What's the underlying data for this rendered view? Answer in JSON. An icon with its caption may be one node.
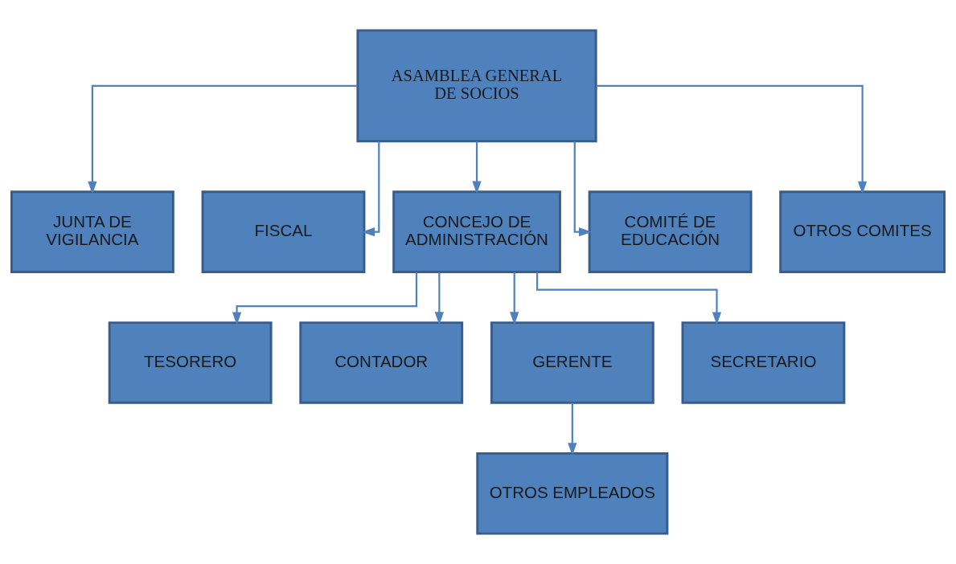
{
  "diagram": {
    "nodes": [
      {
        "text": [
          "ASAMBLEA GENERAL DE SOCIOS"
        ]
      },
      {
        "text": [
          "JUNTA DE VIGILANCIA"
        ]
      },
      {
        "text": [
          "FISCAL"
        ]
      },
      {
        "text": [
          "CONCEJO DE ADMINISTRACIÓN"
        ]
      },
      {
        "text": [
          "COMITÉ DE EDUCACIÓN"
        ]
      },
      {
        "text": [
          "OTROS COMITES"
        ]
      },
      {
        "text": [
          "TESORERO"
        ]
      },
      {
        "text": [
          "CONTADOR"
        ]
      },
      {
        "text": [
          "GERENTE"
        ]
      },
      {
        "text": [
          "SECRETARIO"
        ]
      },
      {
        "text": [
          "OTROS EMPLEADOS"
        ]
      }
    ],
    "edges": [
      {
        "from": 0,
        "to": 1,
        "arrow": "to"
      },
      {
        "from": 0,
        "to": 2,
        "arrow": "to"
      },
      {
        "from": 0,
        "to": 3,
        "arrow": "to"
      },
      {
        "from": 0,
        "to": 4,
        "arrow": "to"
      },
      {
        "from": 0,
        "to": 5,
        "arrow": "to"
      },
      {
        "from": 3,
        "to": 6,
        "arrow": "to"
      },
      {
        "from": 3,
        "to": 7,
        "arrow": "to"
      },
      {
        "from": 3,
        "to": 8,
        "arrow": "to"
      },
      {
        "from": 3,
        "to": 9,
        "arrow": "to"
      },
      {
        "from": 8,
        "to": 10,
        "arrow": "to"
      }
    ]
  }
}
